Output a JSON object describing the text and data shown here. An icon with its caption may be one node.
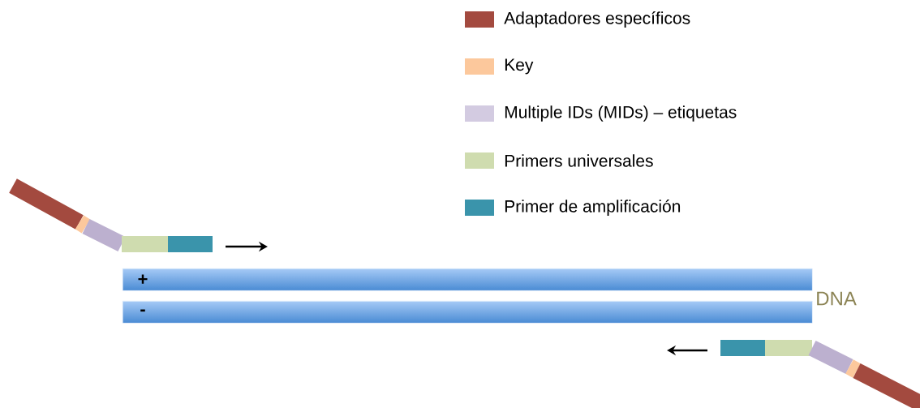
{
  "diagram": {
    "nodes": [
      {
        "text": [
          "+"
        ]
      },
      {
        "text": [
          "-"
        ]
      }
    ],
    "labels": [
      "DNA"
    ],
    "legend": [
      {
        "text": "Adaptadores específicos",
        "color": "#a34a3f"
      },
      {
        "text": "Key",
        "color": "#fcc89c"
      },
      {
        "text": "Multiple IDs (MIDs) – etiquetas",
        "color": "#d3cbe1"
      },
      {
        "text": "Primers universales",
        "color": "#cfdcaf"
      },
      {
        "text": "Primer de amplificación",
        "color": "#3a94ab"
      }
    ]
  }
}
